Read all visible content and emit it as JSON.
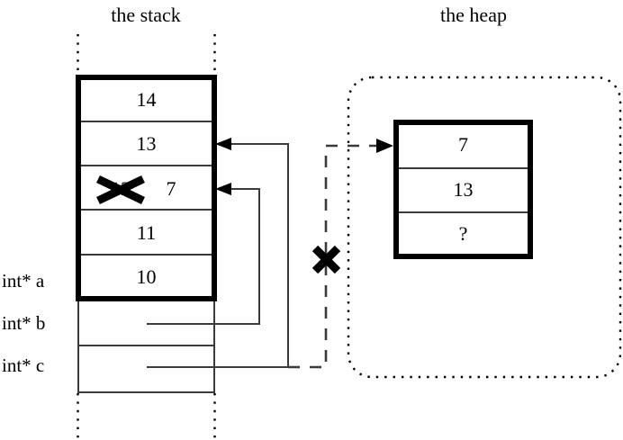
{
  "diagram": {
    "titles": {
      "stack": "the stack",
      "heap": "the heap"
    },
    "stack": {
      "cells": [
        {
          "value": "14"
        },
        {
          "value": "13"
        },
        {
          "value": "12",
          "struck": true,
          "replacement": "7"
        },
        {
          "value": "11"
        },
        {
          "value": "10"
        }
      ],
      "pointer_rows": [
        {
          "label": "int* a"
        },
        {
          "label": "int* b"
        },
        {
          "label": "int* c"
        }
      ]
    },
    "heap": {
      "cells": [
        {
          "value": "7"
        },
        {
          "value": "13"
        },
        {
          "value": "?"
        }
      ]
    },
    "marks": {
      "struck_cell_x": "X",
      "broken_pointer_x": "X"
    },
    "colors": {
      "ink": "#000000",
      "background": "#ffffff",
      "thin_line": "#3a3a3a"
    }
  }
}
